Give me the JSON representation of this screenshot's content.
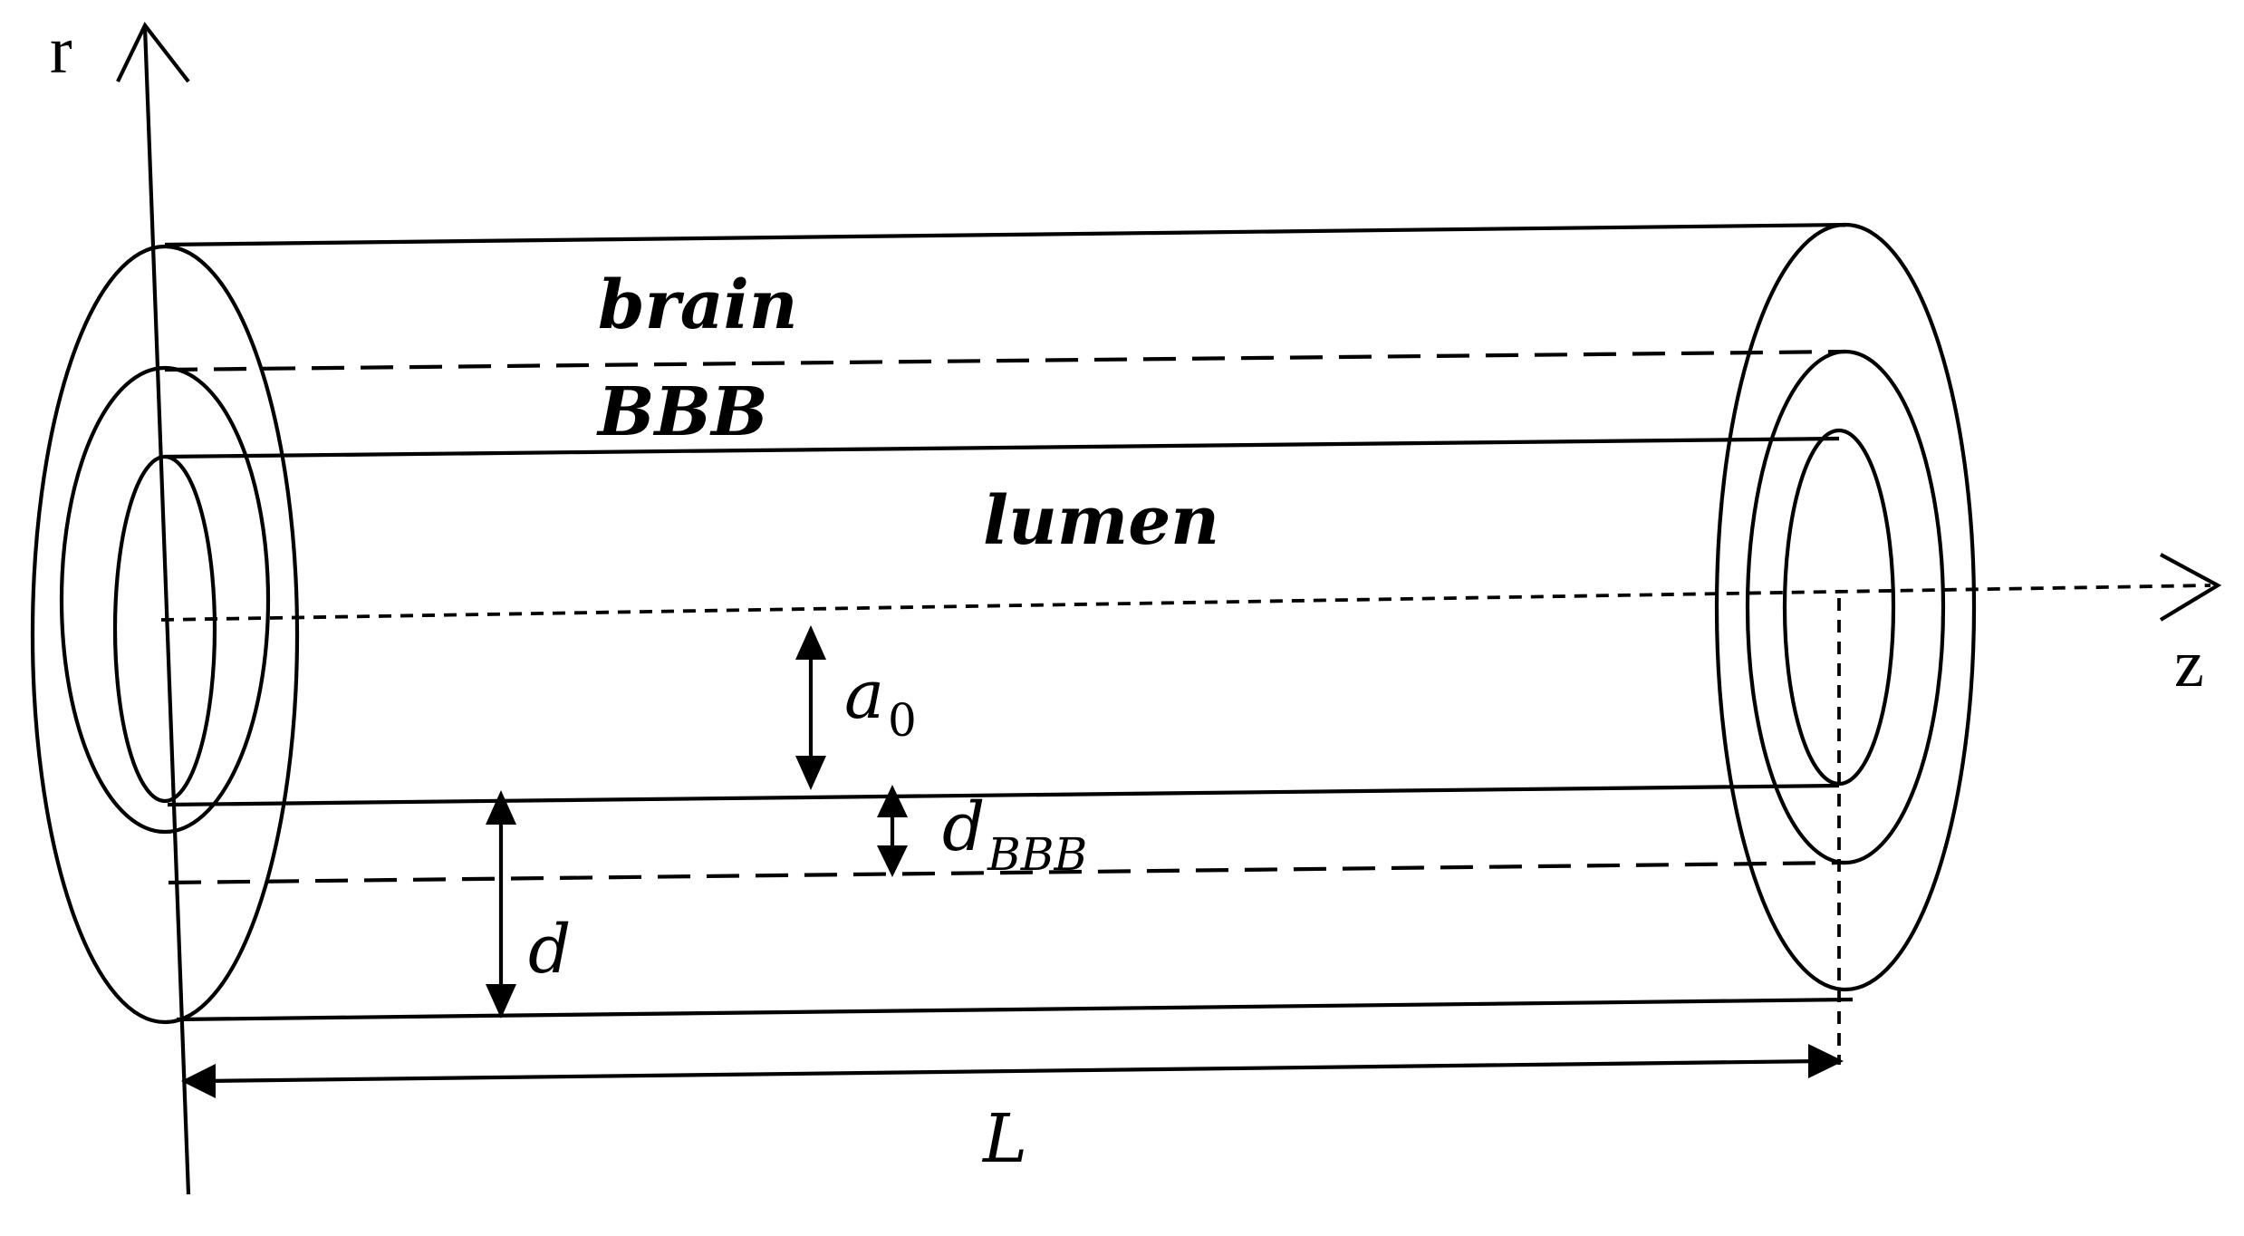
{
  "axes": {
    "r": "r",
    "z": "z"
  },
  "regions": {
    "brain": "brain",
    "bbb": "BBB",
    "lumen": "lumen"
  },
  "dimensions": {
    "a0_main": "a",
    "a0_sub": "0",
    "dbbb_main": "d",
    "dbbb_sub": "BBB",
    "d": "d",
    "L": "L"
  }
}
